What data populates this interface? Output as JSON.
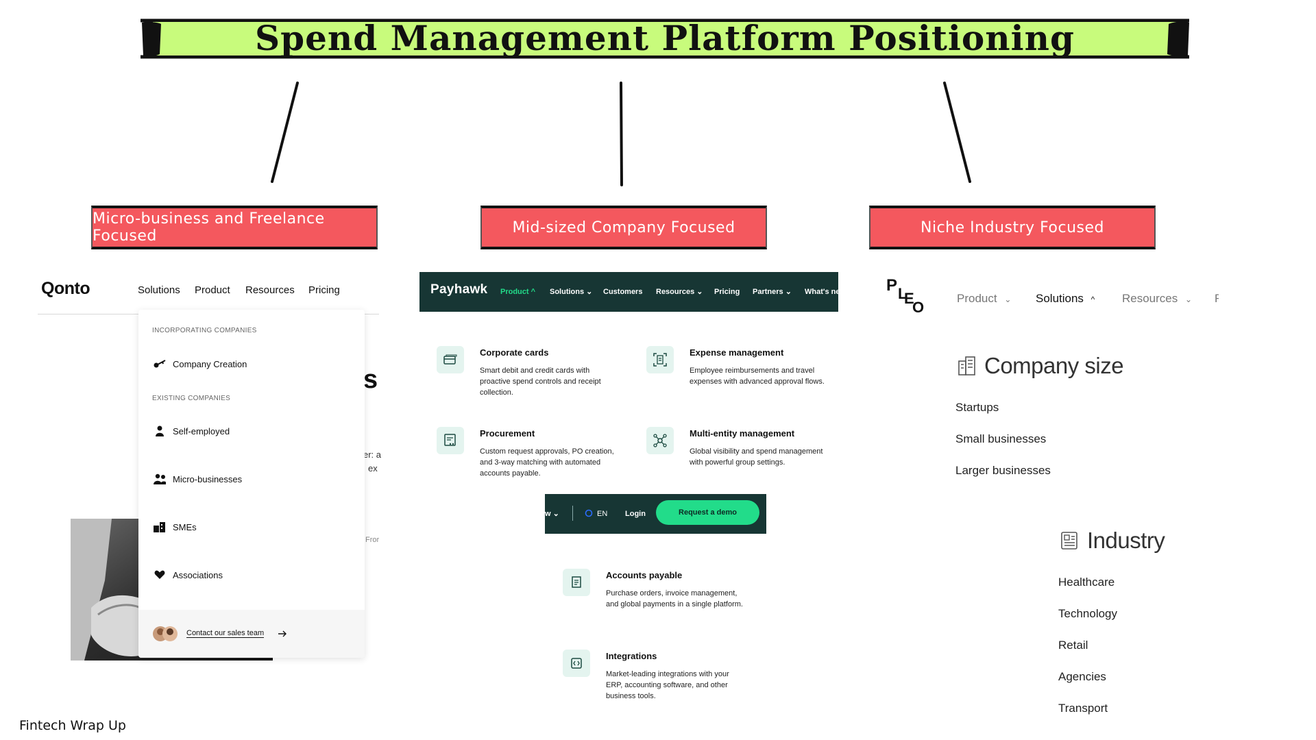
{
  "title": "Spend Management Platform Positioning",
  "categories": [
    {
      "label": "Micro-business and Freelance Focused"
    },
    {
      "label": "Mid-sized Company Focused"
    },
    {
      "label": "Niche Industry Focused"
    }
  ],
  "colors": {
    "banner": "#c8fb7c",
    "category": "#f4585e",
    "payhawk_dark": "#173634",
    "payhawk_green": "#22dc8a"
  },
  "qonto": {
    "logo": "Qonto",
    "nav": [
      "Solutions",
      "Product",
      "Resources",
      "Pricing"
    ],
    "section1": "INCORPORATING COMPANIES",
    "section2": "EXISTING COMPANIES",
    "items": [
      {
        "label": "Company Creation",
        "icon": "key-icon"
      },
      {
        "label": "Self-employed",
        "icon": "person-icon"
      },
      {
        "label": "Micro-businesses",
        "icon": "people-icon"
      },
      {
        "label": "SMEs",
        "icon": "building-icon"
      },
      {
        "label": "Associations",
        "icon": "heart-icon"
      }
    ],
    "contact": "Contact our sales team",
    "partial_heading": "s",
    "partial_text1": "er: a",
    "partial_text2": "ex",
    "partial_text3": "Fror"
  },
  "payhawk": {
    "logo": "Payhawk",
    "nav": [
      "Product ^",
      "Solutions ⌄",
      "Customers",
      "Resources ⌄",
      "Pricing",
      "Partners ⌄",
      "What's ne"
    ],
    "features": [
      {
        "title": "Corporate cards",
        "desc": "Smart debit and credit cards with proactive spend controls and receipt collection.",
        "icon": "card-icon"
      },
      {
        "title": "Expense management",
        "desc": "Employee reimbursements and travel expenses with advanced approval flows.",
        "icon": "receipt-scan-icon"
      },
      {
        "title": "Procurement",
        "desc": "Custom request approvals, PO creation, and 3-way matching with automated accounts payable.",
        "icon": "cart-document-icon"
      },
      {
        "title": "Multi-entity management",
        "desc": "Global visibility and spend management with powerful group settings.",
        "icon": "network-icon"
      },
      {
        "title": "Accounts payable",
        "desc": "Purchase orders, invoice management, and global payments in a single platform.",
        "icon": "invoice-icon"
      },
      {
        "title": "Integrations",
        "desc": "Market-leading integrations with your ERP, accounting software, and other business tools.",
        "icon": "integration-icon"
      }
    ],
    "bar2": {
      "partial": "w ⌄",
      "lang": "EN",
      "login": "Login",
      "cta": "Request a demo"
    }
  },
  "pleo": {
    "logo_letters": [
      "P",
      "L",
      "E",
      "O"
    ],
    "nav": [
      "Product",
      "Solutions",
      "Resources",
      "F"
    ],
    "company_size": {
      "heading": "Company size",
      "items": [
        "Startups",
        "Small businesses",
        "Larger businesses"
      ]
    },
    "industry": {
      "heading": "Industry",
      "items": [
        "Healthcare",
        "Technology",
        "Retail",
        "Agencies",
        "Transport"
      ]
    }
  },
  "footer": "Fintech Wrap Up"
}
